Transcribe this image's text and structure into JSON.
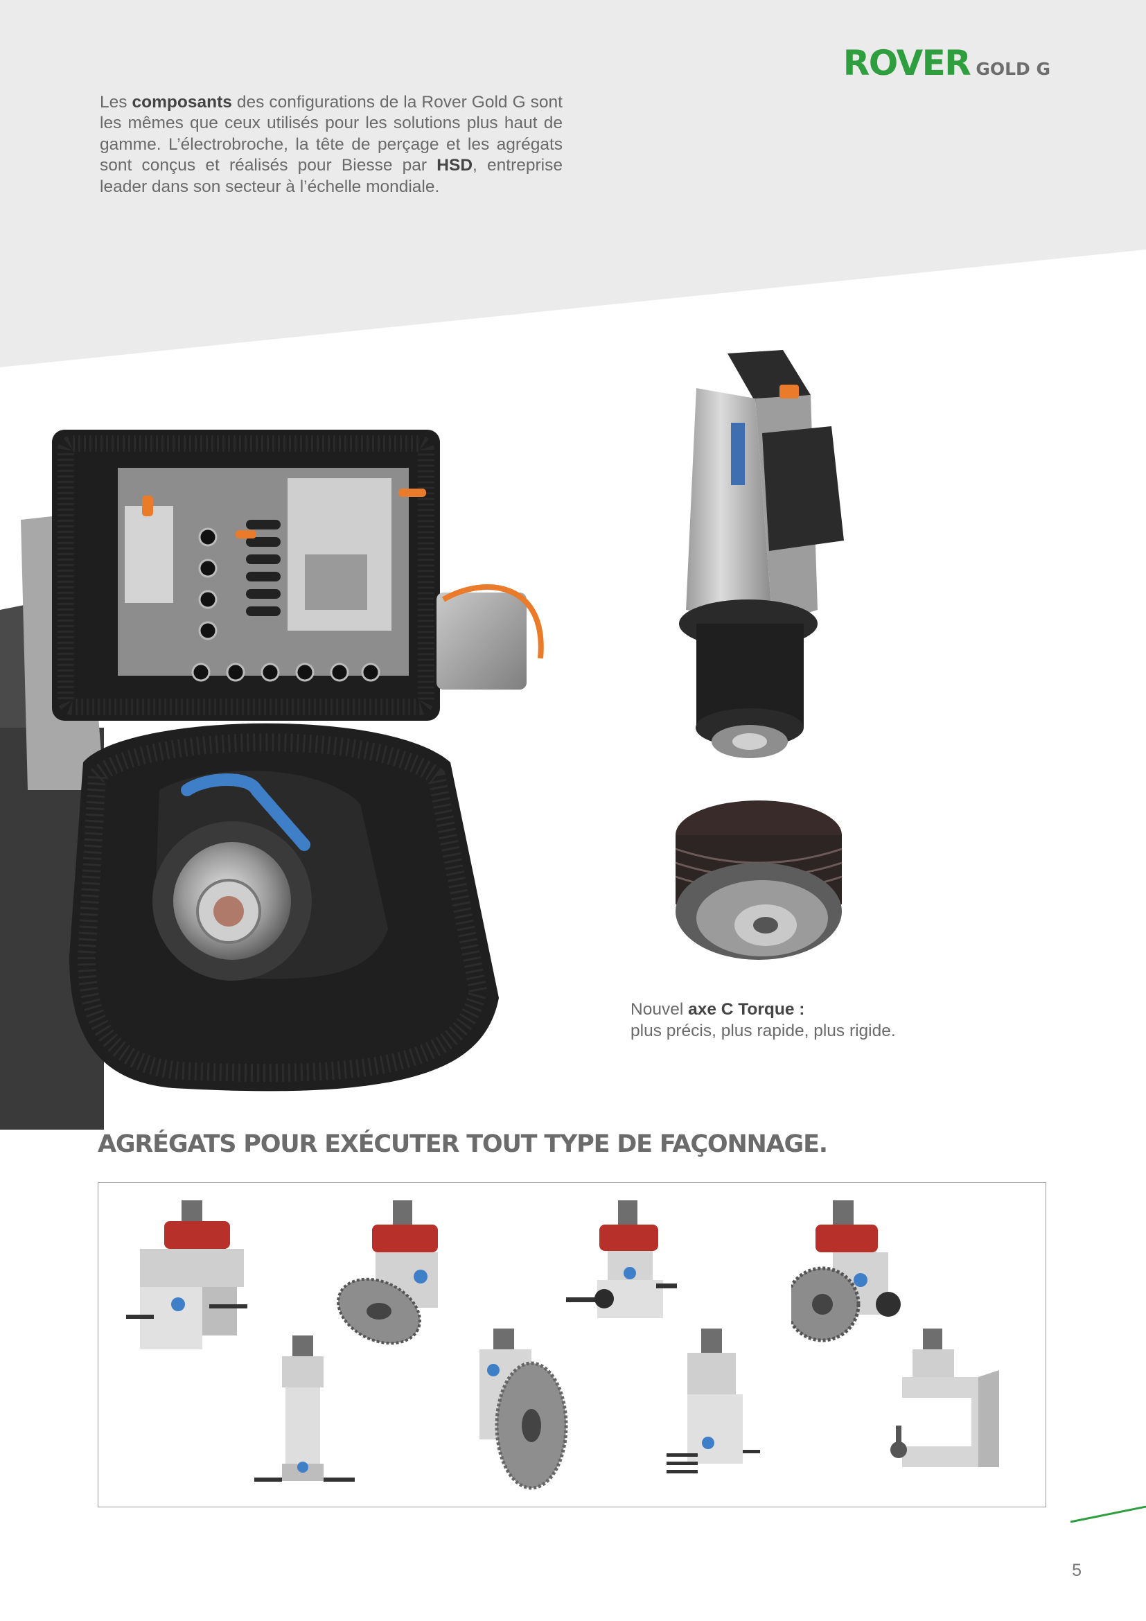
{
  "brand": {
    "name": "ROVER",
    "model": "GOLD G",
    "color": "#2f9e3f"
  },
  "intro": {
    "p1": "Les ",
    "b1": "composants",
    "p2": " des configurations de la Rover Gold G sont les mêmes que ceux utilisés pour les solutions plus haut de gamme. L’électrobroche, la tête de perçage et les agrégats sont conçus et réalisés pour Biesse par ",
    "b2": "HSD",
    "p3": ", entreprise leader dans son secteur à l’échelle mondiale."
  },
  "caption": {
    "t1": "Nouvel ",
    "b1": "axe C Torque :",
    "line2": "plus précis, plus rapide, plus rigide."
  },
  "section_title": "AGRÉGATS POUR EXÉCUTER TOUT TYPE DE FAÇONNAGE.",
  "page_number": "5",
  "colors": {
    "band": "#ebebeb",
    "accent": "#2f9e3f",
    "orange": "#e97b2a",
    "red": "#b8302a",
    "blue": "#3f7fc8"
  }
}
